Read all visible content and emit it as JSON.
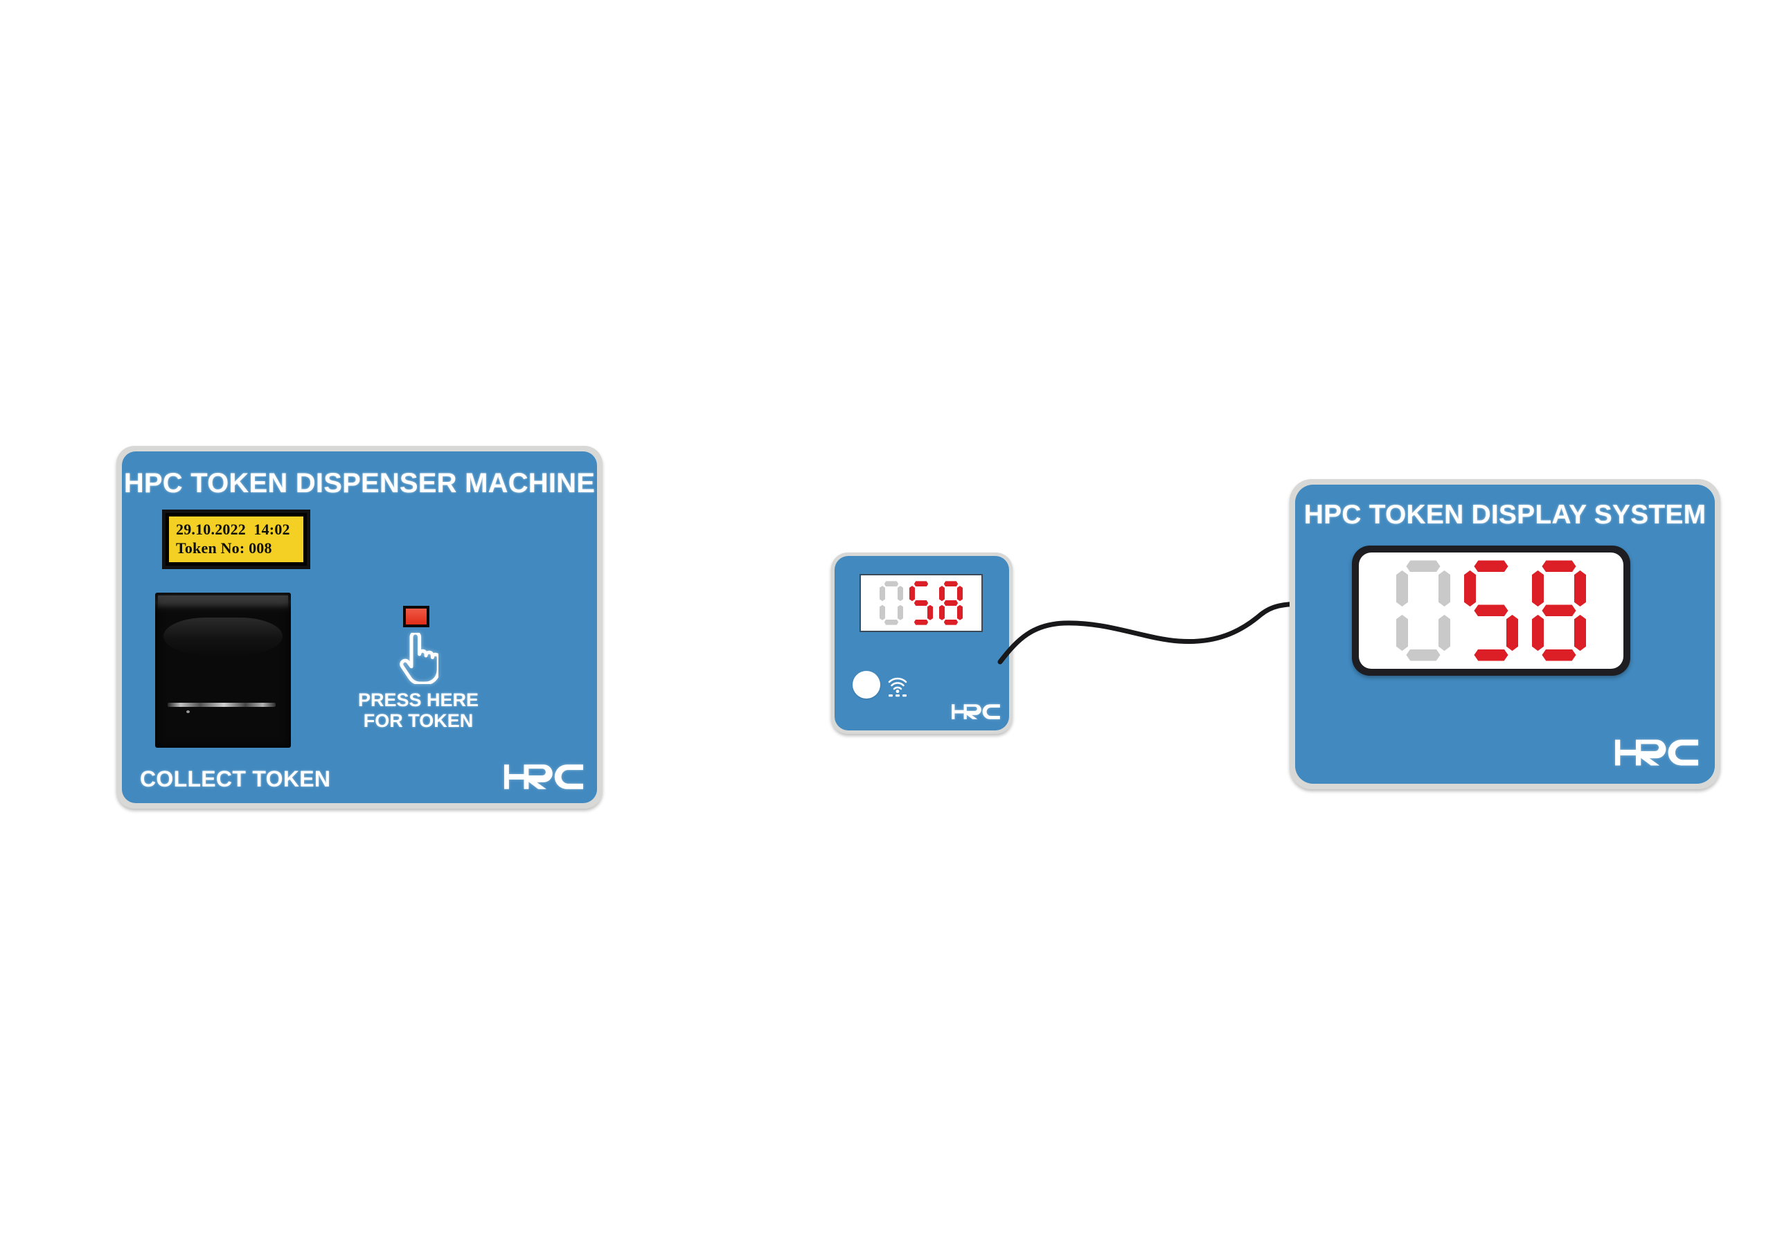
{
  "scene": {
    "background_color": "#ffffff",
    "panel_blue": "#4189bf",
    "bezel_grey": "#d8d9d7",
    "segment_on_color": "#dc1f26",
    "segment_off_color": "#c9c9c9",
    "lcd_background": "#f3d023",
    "button_red": "#ea3a25"
  },
  "dispenser": {
    "title": "HPC TOKEN DISPENSER MACHINE",
    "lcd": {
      "line1": "29.10.2022  14:02",
      "line2": "Token No: 008",
      "date": "29.10.2022",
      "time": "14:02",
      "token_number": "008"
    },
    "printer_label": "thermal-printer-module",
    "button_label": "red-push-button",
    "hand_icon": "pointing-hand-icon",
    "press_label_line1": "PRESS HERE",
    "press_label_line2": "FOR TOKEN",
    "collect_label": "COLLECT TOKEN",
    "logo": "HPC"
  },
  "remote": {
    "display_value": "058",
    "digits": [
      {
        "value": "0",
        "state": "off"
      },
      {
        "value": "5",
        "state": "on"
      },
      {
        "value": "8",
        "state": "on"
      }
    ],
    "button": "white-round-button",
    "rf_icon": "wireless-signal-icon",
    "logo": "HPC"
  },
  "display_system": {
    "title": "HPC TOKEN DISPLAY SYSTEM",
    "display_value": "058",
    "digits": [
      {
        "value": "0",
        "state": "off"
      },
      {
        "value": "5",
        "state": "on"
      },
      {
        "value": "8",
        "state": "on"
      }
    ],
    "logo": "HPC"
  },
  "cable": {
    "name": "connection-cable",
    "color": "#18181a"
  }
}
